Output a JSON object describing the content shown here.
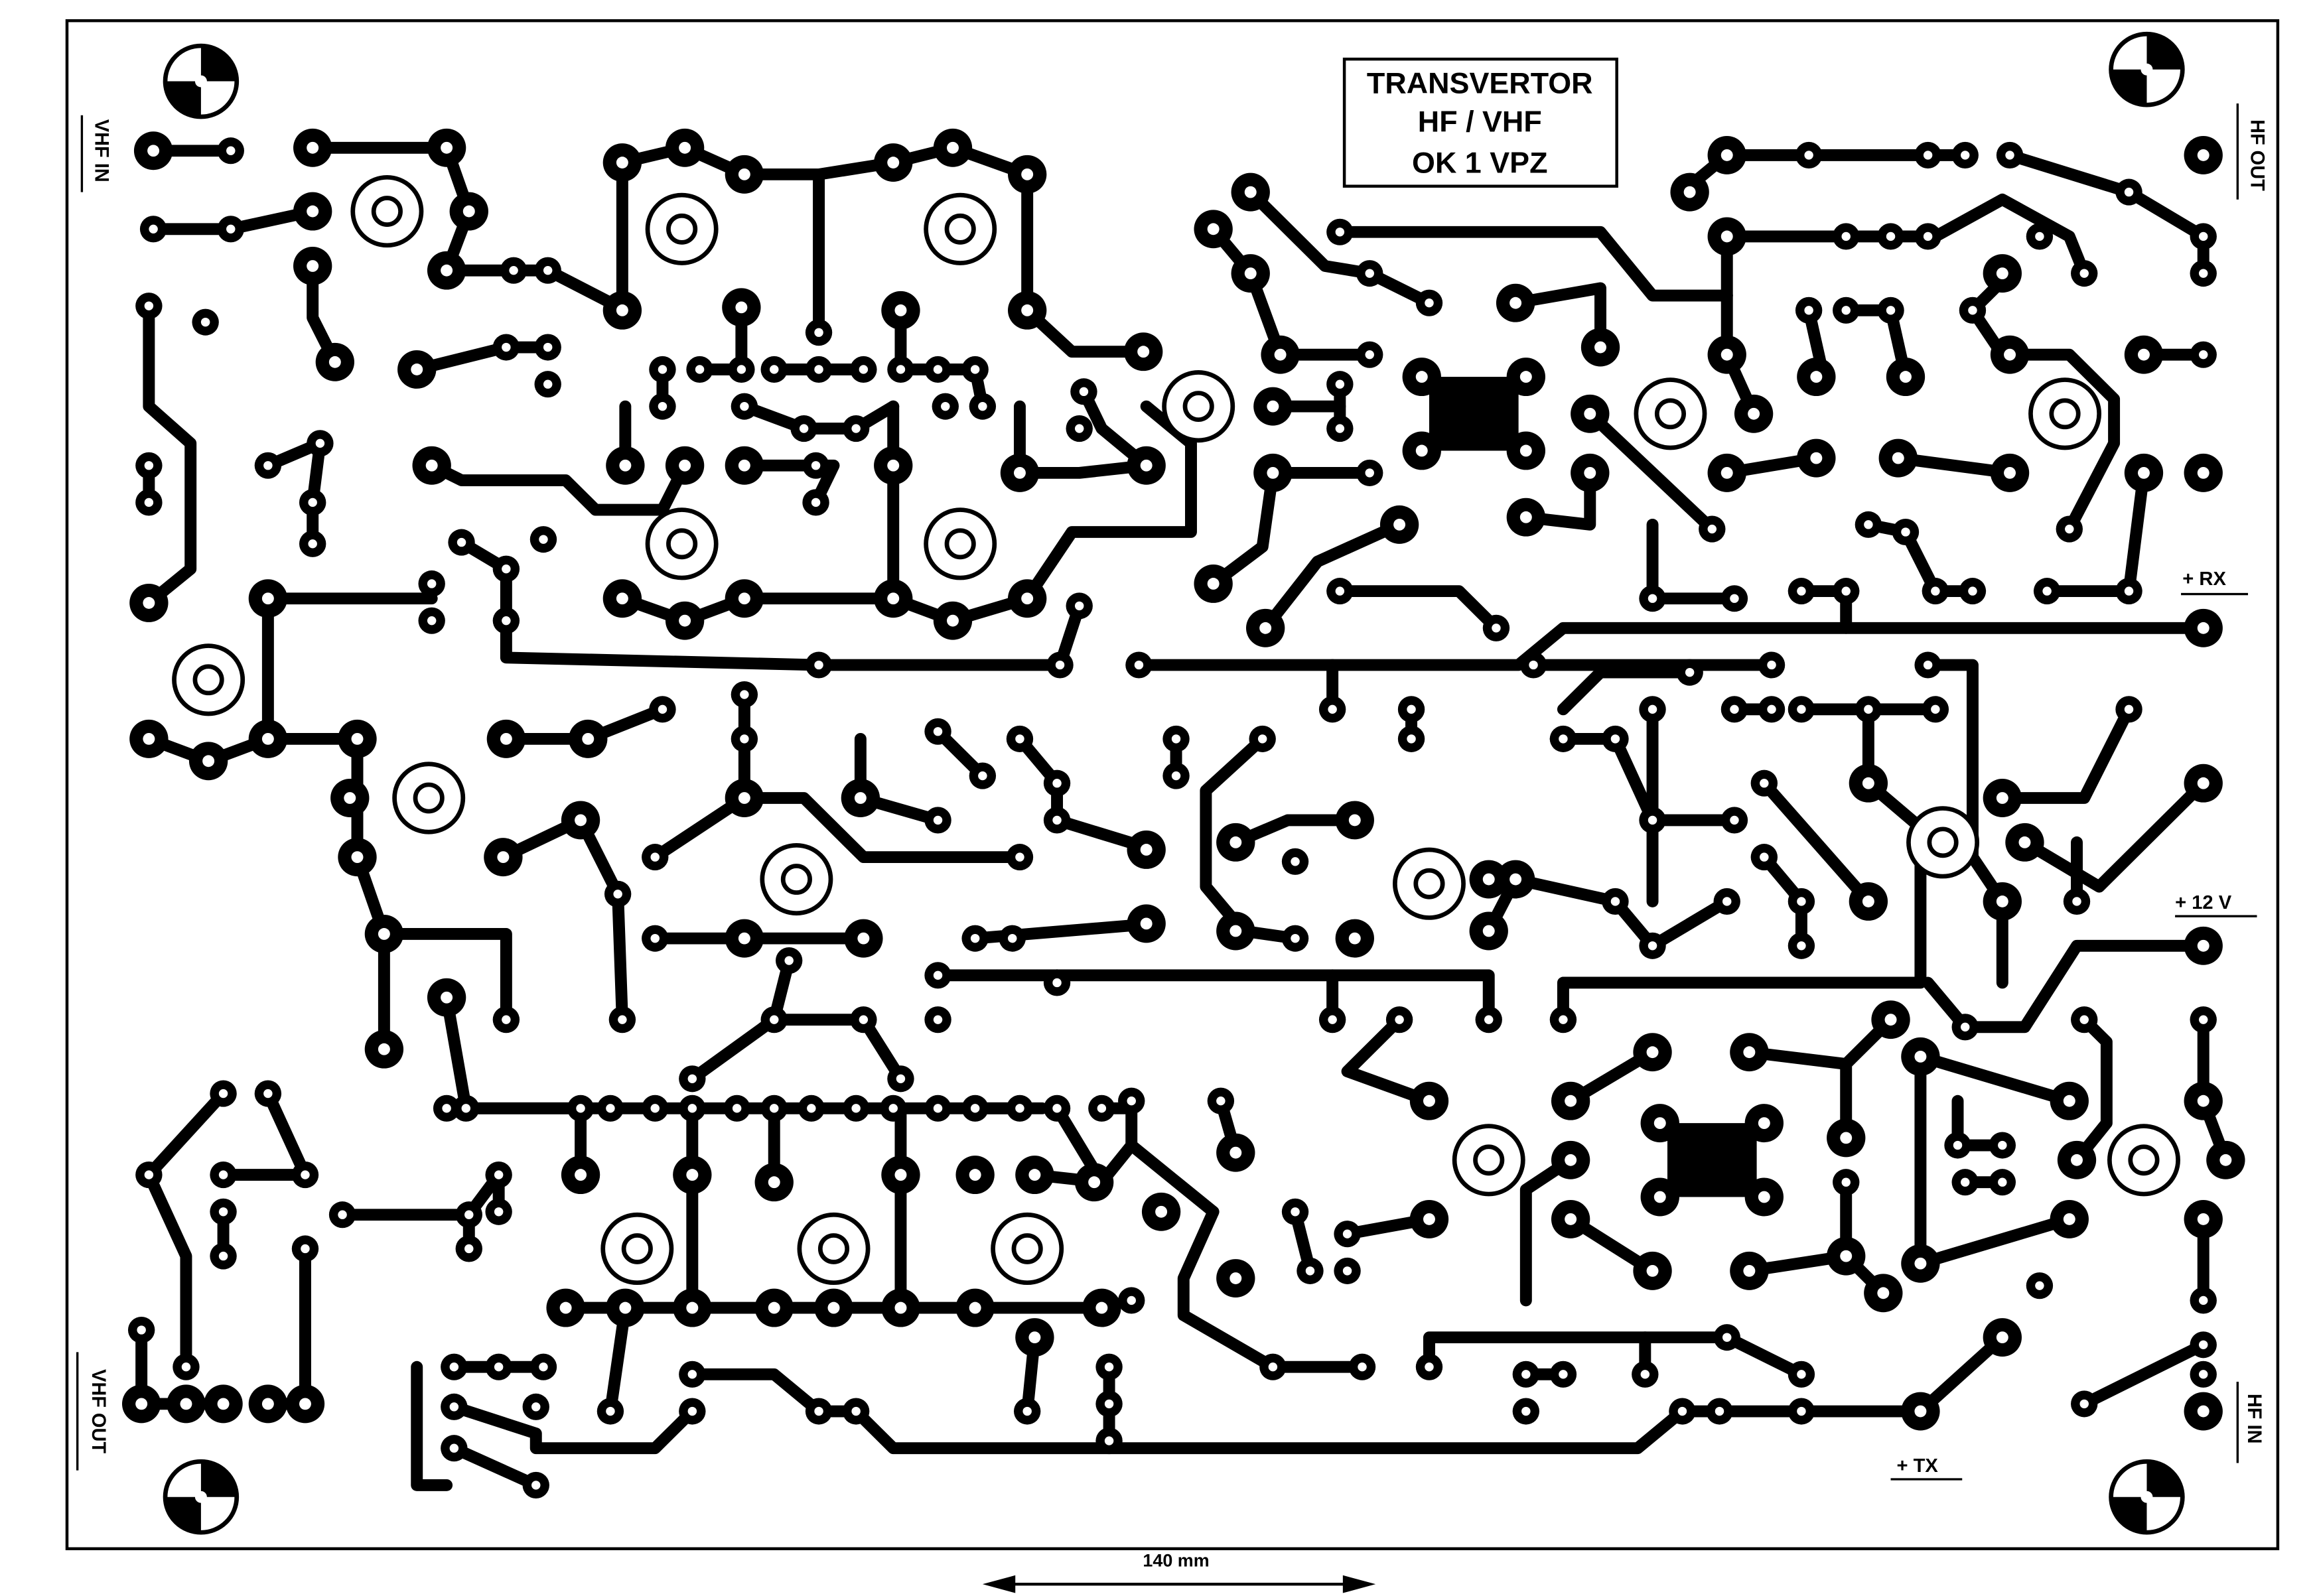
{
  "title": {
    "line1": "TRANSVERTOR",
    "line2": "HF / VHF",
    "line3": "OK 1 VPZ"
  },
  "connectors": {
    "vhf_in": "VHF IN",
    "vhf_out": "VHF  OUT",
    "hf_out": "HF  OUT",
    "hf_in": "HF  IN"
  },
  "power_rails": {
    "rx": "+ RX",
    "v12": "+  12 V",
    "tx": "+ TX"
  },
  "scale": {
    "label": "140 mm"
  }
}
